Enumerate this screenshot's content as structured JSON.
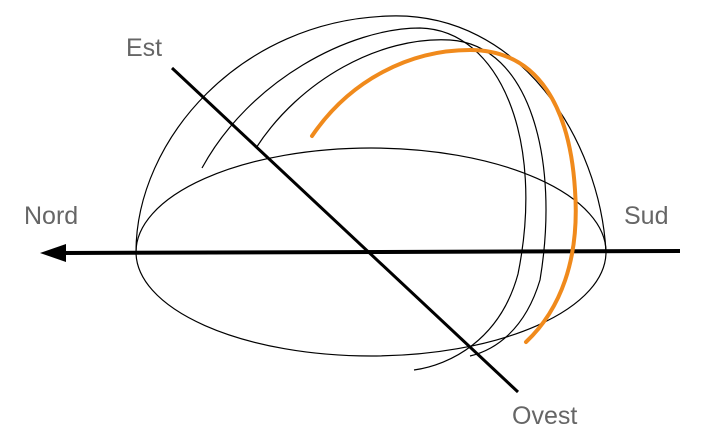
{
  "labels": {
    "north": "Nord",
    "south": "Sud",
    "east": "Est",
    "west": "Ovest"
  },
  "colors": {
    "label": "#666666",
    "lines": "#000000",
    "sun_path": "#f08a1c",
    "background": "#ffffff"
  },
  "icons": {
    "axis_arrow": "arrow-left-icon"
  }
}
